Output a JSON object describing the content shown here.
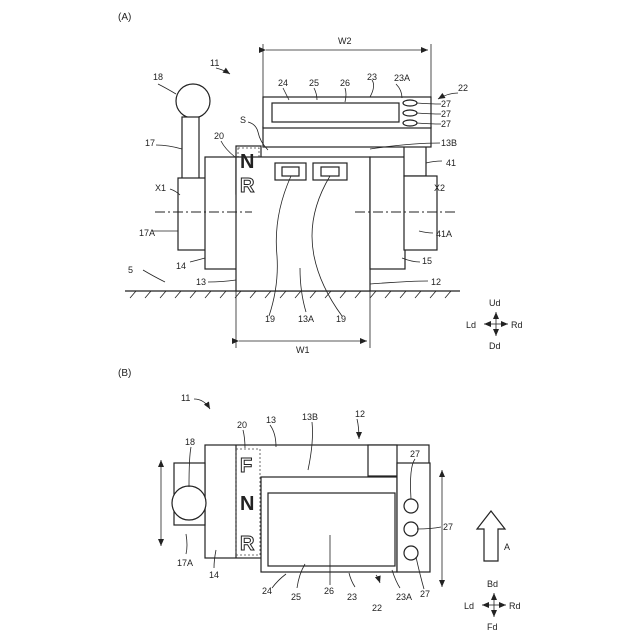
{
  "panel_a": {
    "label": "(A)",
    "vehicle": "11",
    "body": "12",
    "chassis": "13",
    "chassis_top": "13B",
    "chassis_bottom": "13A",
    "left_block": "14",
    "right_block": "15",
    "ground": "5",
    "lever_arm": "17",
    "lever_base": "17A",
    "knob": "18",
    "buttons": "19",
    "indicator": "20",
    "operation_unit": "22",
    "display_case": "23",
    "display_case_edge": "23A",
    "screen": "24",
    "screen_frame": "25",
    "screen_inner": "26",
    "switch": "27",
    "side_unit": "41",
    "side_unit_base": "41A",
    "axis_left": "X1",
    "axis_right": "X2",
    "gap": "S",
    "width_top": "W2",
    "width_bottom": "W1",
    "shift_n": "N",
    "shift_r": "R",
    "dir_up": "Ud",
    "dir_down": "Dd",
    "dir_left": "Ld",
    "dir_right": "Rd"
  },
  "panel_b": {
    "label": "(B)",
    "vehicle": "11",
    "body": "12",
    "chassis": "13",
    "chassis_top": "13B",
    "left_block": "14",
    "lever_base": "17A",
    "knob": "18",
    "indicator": "20",
    "operation_unit": "22",
    "display_case": "23",
    "display_case_edge": "23A",
    "screen": "24",
    "screen_frame": "25",
    "screen_inner": "26",
    "switch": "27",
    "shift_f": "F",
    "shift_n": "N",
    "shift_r": "R",
    "arrow_label": "A",
    "dir_back": "Bd",
    "dir_front": "Fd",
    "dir_left": "Ld",
    "dir_right": "Rd"
  }
}
